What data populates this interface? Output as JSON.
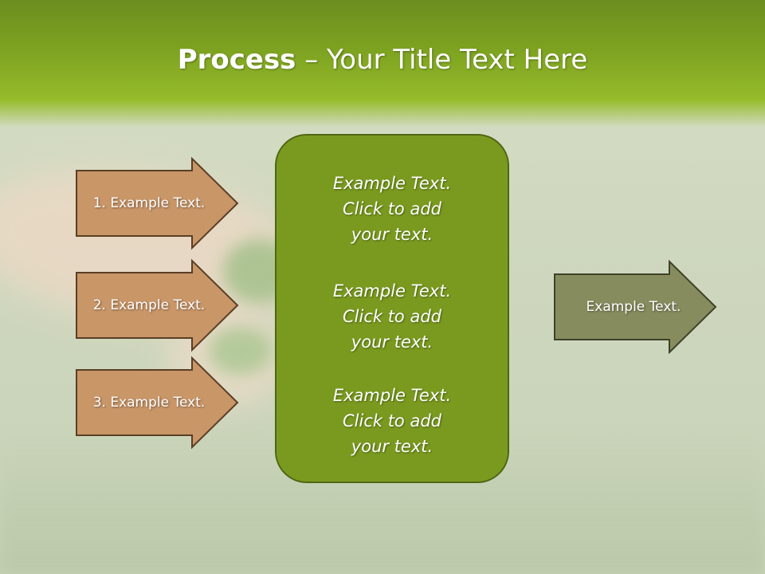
{
  "slide": {
    "title_bold": "Process",
    "title_rest": " – Your Title Text Here"
  },
  "left_arrows": [
    {
      "label": "1. Example Text."
    },
    {
      "label": "2. Example Text."
    },
    {
      "label": "3. Example Text."
    }
  ],
  "center_box": {
    "blocks": [
      {
        "line1": "Example Text.",
        "line2": "Click  to add",
        "line3": "your text."
      },
      {
        "line1": "Example Text.",
        "line2": "Click  to add",
        "line3": "your text."
      },
      {
        "line1": "Example Text.",
        "line2": "Click  to add",
        "line3": "your text."
      }
    ]
  },
  "right_arrow": {
    "label": "Example Text."
  },
  "colors": {
    "header_green": "#7ea321",
    "center_green": "#7a9a1f",
    "left_arrow_fill": "#c99668",
    "right_arrow_fill": "#878c5e"
  }
}
